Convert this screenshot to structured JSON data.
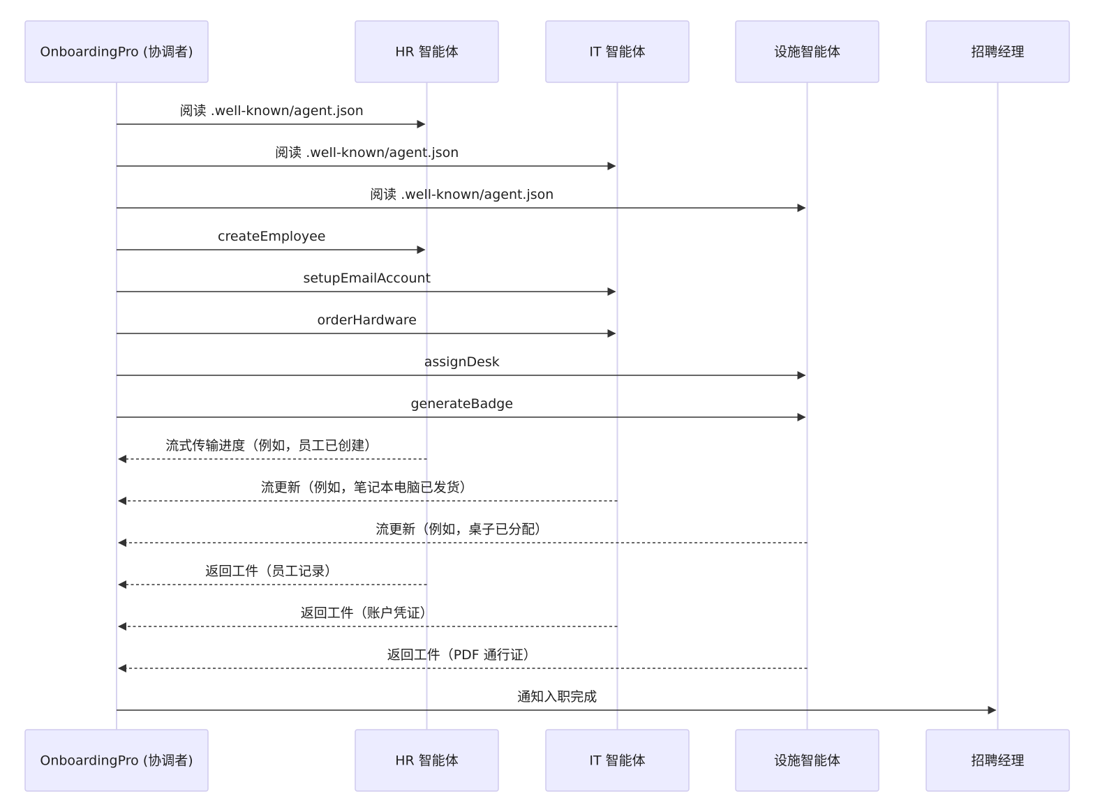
{
  "diagram": {
    "type": "sequence",
    "participants": [
      {
        "id": "orch",
        "label": "OnboardingPro (协调者)"
      },
      {
        "id": "hr",
        "label": "HR 智能体"
      },
      {
        "id": "it",
        "label": "IT 智能体"
      },
      {
        "id": "fac",
        "label": "设施智能体"
      },
      {
        "id": "mgr",
        "label": "招聘经理"
      }
    ],
    "messages": [
      {
        "from": "orch",
        "to": "hr",
        "text": "阅读 .well-known/agent.json",
        "style": "solid"
      },
      {
        "from": "orch",
        "to": "it",
        "text": "阅读 .well-known/agent.json",
        "style": "solid"
      },
      {
        "from": "orch",
        "to": "fac",
        "text": "阅读 .well-known/agent.json",
        "style": "solid"
      },
      {
        "from": "orch",
        "to": "hr",
        "text": "createEmployee",
        "style": "solid"
      },
      {
        "from": "orch",
        "to": "it",
        "text": "setupEmailAccount",
        "style": "solid"
      },
      {
        "from": "orch",
        "to": "it",
        "text": "orderHardware",
        "style": "solid"
      },
      {
        "from": "orch",
        "to": "fac",
        "text": "assignDesk",
        "style": "solid"
      },
      {
        "from": "orch",
        "to": "fac",
        "text": "generateBadge",
        "style": "solid"
      },
      {
        "from": "hr",
        "to": "orch",
        "text": "流式传输进度（例如，员工已创建）",
        "style": "dashed"
      },
      {
        "from": "it",
        "to": "orch",
        "text": "流更新（例如，笔记本电脑已发货）",
        "style": "dashed"
      },
      {
        "from": "fac",
        "to": "orch",
        "text": "流更新（例如，桌子已分配）",
        "style": "dashed"
      },
      {
        "from": "hr",
        "to": "orch",
        "text": "返回工件（员工记录）",
        "style": "dashed"
      },
      {
        "from": "it",
        "to": "orch",
        "text": "返回工件（账户凭证）",
        "style": "dashed"
      },
      {
        "from": "fac",
        "to": "orch",
        "text": "返回工件（PDF 通行证）",
        "style": "dashed"
      },
      {
        "from": "orch",
        "to": "mgr",
        "text": "通知入职完成",
        "style": "solid"
      }
    ]
  },
  "colors": {
    "actor_fill": "#ececff",
    "actor_border": "#cfc9ee",
    "lifeline": "#d6d2ef",
    "message_line": "#333333",
    "text": "#1f1f1f"
  }
}
